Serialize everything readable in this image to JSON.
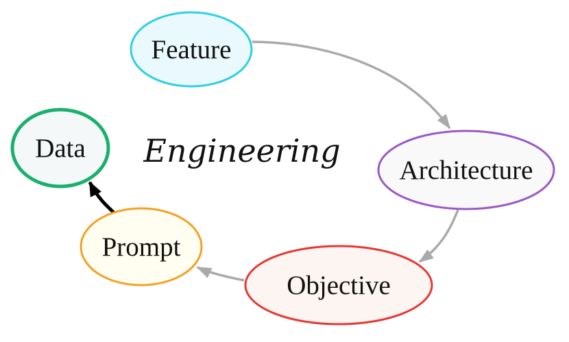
{
  "title": "Engineering",
  "nodes": {
    "feature": {
      "label": "Feature",
      "stroke": "#2ecfe3",
      "fill": "#e9f9fd"
    },
    "architecture": {
      "label": "Architecture",
      "stroke": "#9a59c4",
      "fill": "#f9f9f9"
    },
    "objective": {
      "label": "Objective",
      "stroke": "#e53935",
      "fill": "#fdf5f1"
    },
    "prompt": {
      "label": "Prompt",
      "stroke": "#f5a023",
      "fill": "#fffef0"
    },
    "data": {
      "label": "Data",
      "stroke": "#19b06e",
      "fill": "#f5f8f8"
    }
  },
  "edges": [
    {
      "from": "Feature",
      "to": "Architecture",
      "color": "#aaaaaa"
    },
    {
      "from": "Architecture",
      "to": "Objective",
      "color": "#aaaaaa"
    },
    {
      "from": "Objective",
      "to": "Prompt",
      "color": "#aaaaaa"
    },
    {
      "from": "Prompt",
      "to": "Data",
      "color": "#000000"
    }
  ]
}
